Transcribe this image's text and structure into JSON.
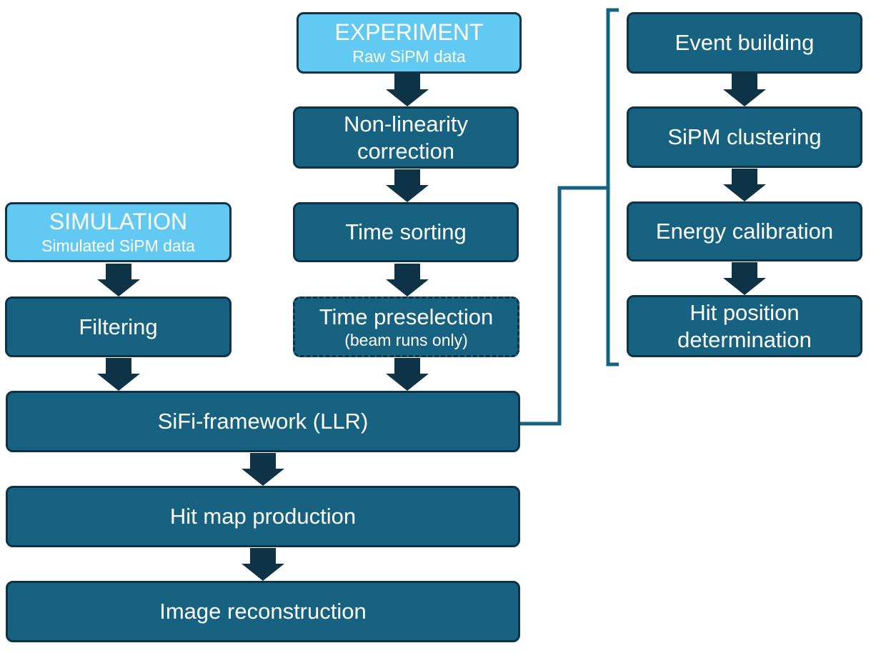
{
  "experiment": {
    "title": "EXPERIMENT",
    "subtitle": "Raw SiPM data"
  },
  "simulation": {
    "title": "SIMULATION",
    "subtitle": "Simulated SiPM data"
  },
  "nonlinearity": {
    "line1": "Non-linearity",
    "line2": "correction"
  },
  "time_sorting": {
    "label": "Time sorting"
  },
  "time_preselection": {
    "title": "Time preselection",
    "subtitle": "(beam runs only)"
  },
  "filtering": {
    "label": "Filtering"
  },
  "sifi": {
    "label": "SiFi-framework (LLR)"
  },
  "hit_map": {
    "label": "Hit map production"
  },
  "image_recon": {
    "label": "Image reconstruction"
  },
  "event_building": {
    "label": "Event building"
  },
  "sipm_clustering": {
    "label": "SiPM clustering"
  },
  "energy_calibration": {
    "label": "Energy calibration"
  },
  "hit_position": {
    "line1": "Hit position",
    "line2": "determination"
  },
  "colors": {
    "box_fill": "#176181",
    "box_border": "#0e3347",
    "source_fill": "#61c9f2",
    "arrow": "#0e3347",
    "bracket": "#176181"
  }
}
